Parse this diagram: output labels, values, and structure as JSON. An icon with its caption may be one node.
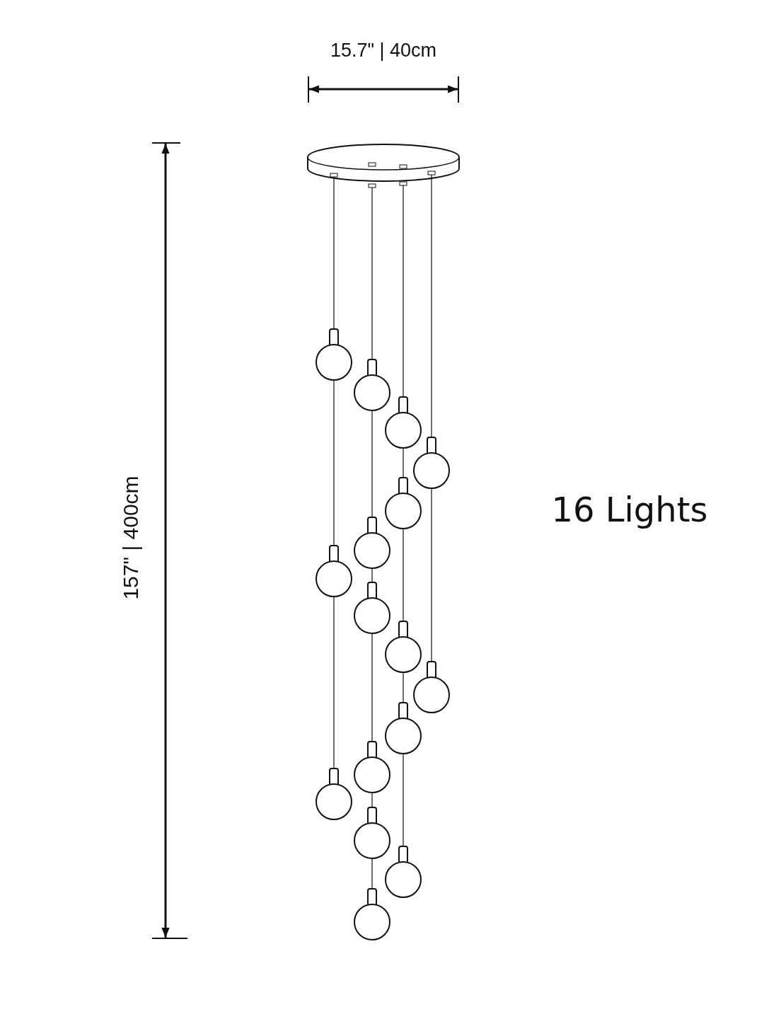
{
  "diagram": {
    "labels": [
      "15.7\" | 40cm",
      "157\" | 400cm",
      "16 Lights"
    ]
  }
}
